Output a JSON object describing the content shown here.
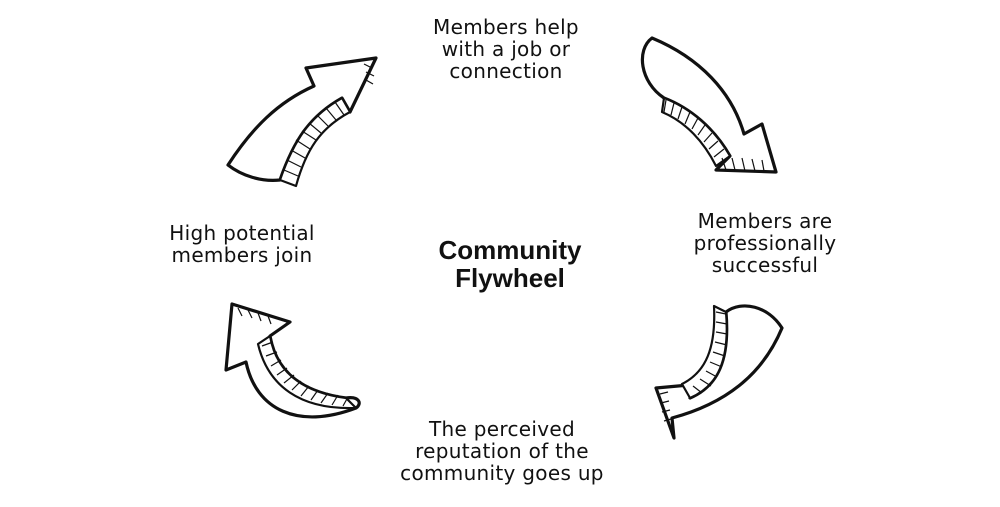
{
  "diagram": {
    "title_lines": [
      "Community",
      "Flywheel"
    ],
    "steps": [
      {
        "id": "top",
        "lines": [
          "Members help",
          "with a job or",
          "connection"
        ]
      },
      {
        "id": "right",
        "lines": [
          "Members are",
          "professionally",
          "successful"
        ]
      },
      {
        "id": "bottom",
        "lines": [
          "The perceived",
          "reputation of the",
          "community goes up"
        ]
      },
      {
        "id": "left",
        "lines": [
          "High potential",
          "members join"
        ]
      }
    ],
    "arrows": [
      {
        "name": "arrow-top-right",
        "direction": "clockwise"
      },
      {
        "name": "arrow-bottom-right",
        "direction": "clockwise"
      },
      {
        "name": "arrow-bottom-left",
        "direction": "clockwise"
      },
      {
        "name": "arrow-top-left",
        "direction": "clockwise"
      }
    ],
    "colors": {
      "ink": "#111111",
      "background": "#ffffff"
    }
  }
}
